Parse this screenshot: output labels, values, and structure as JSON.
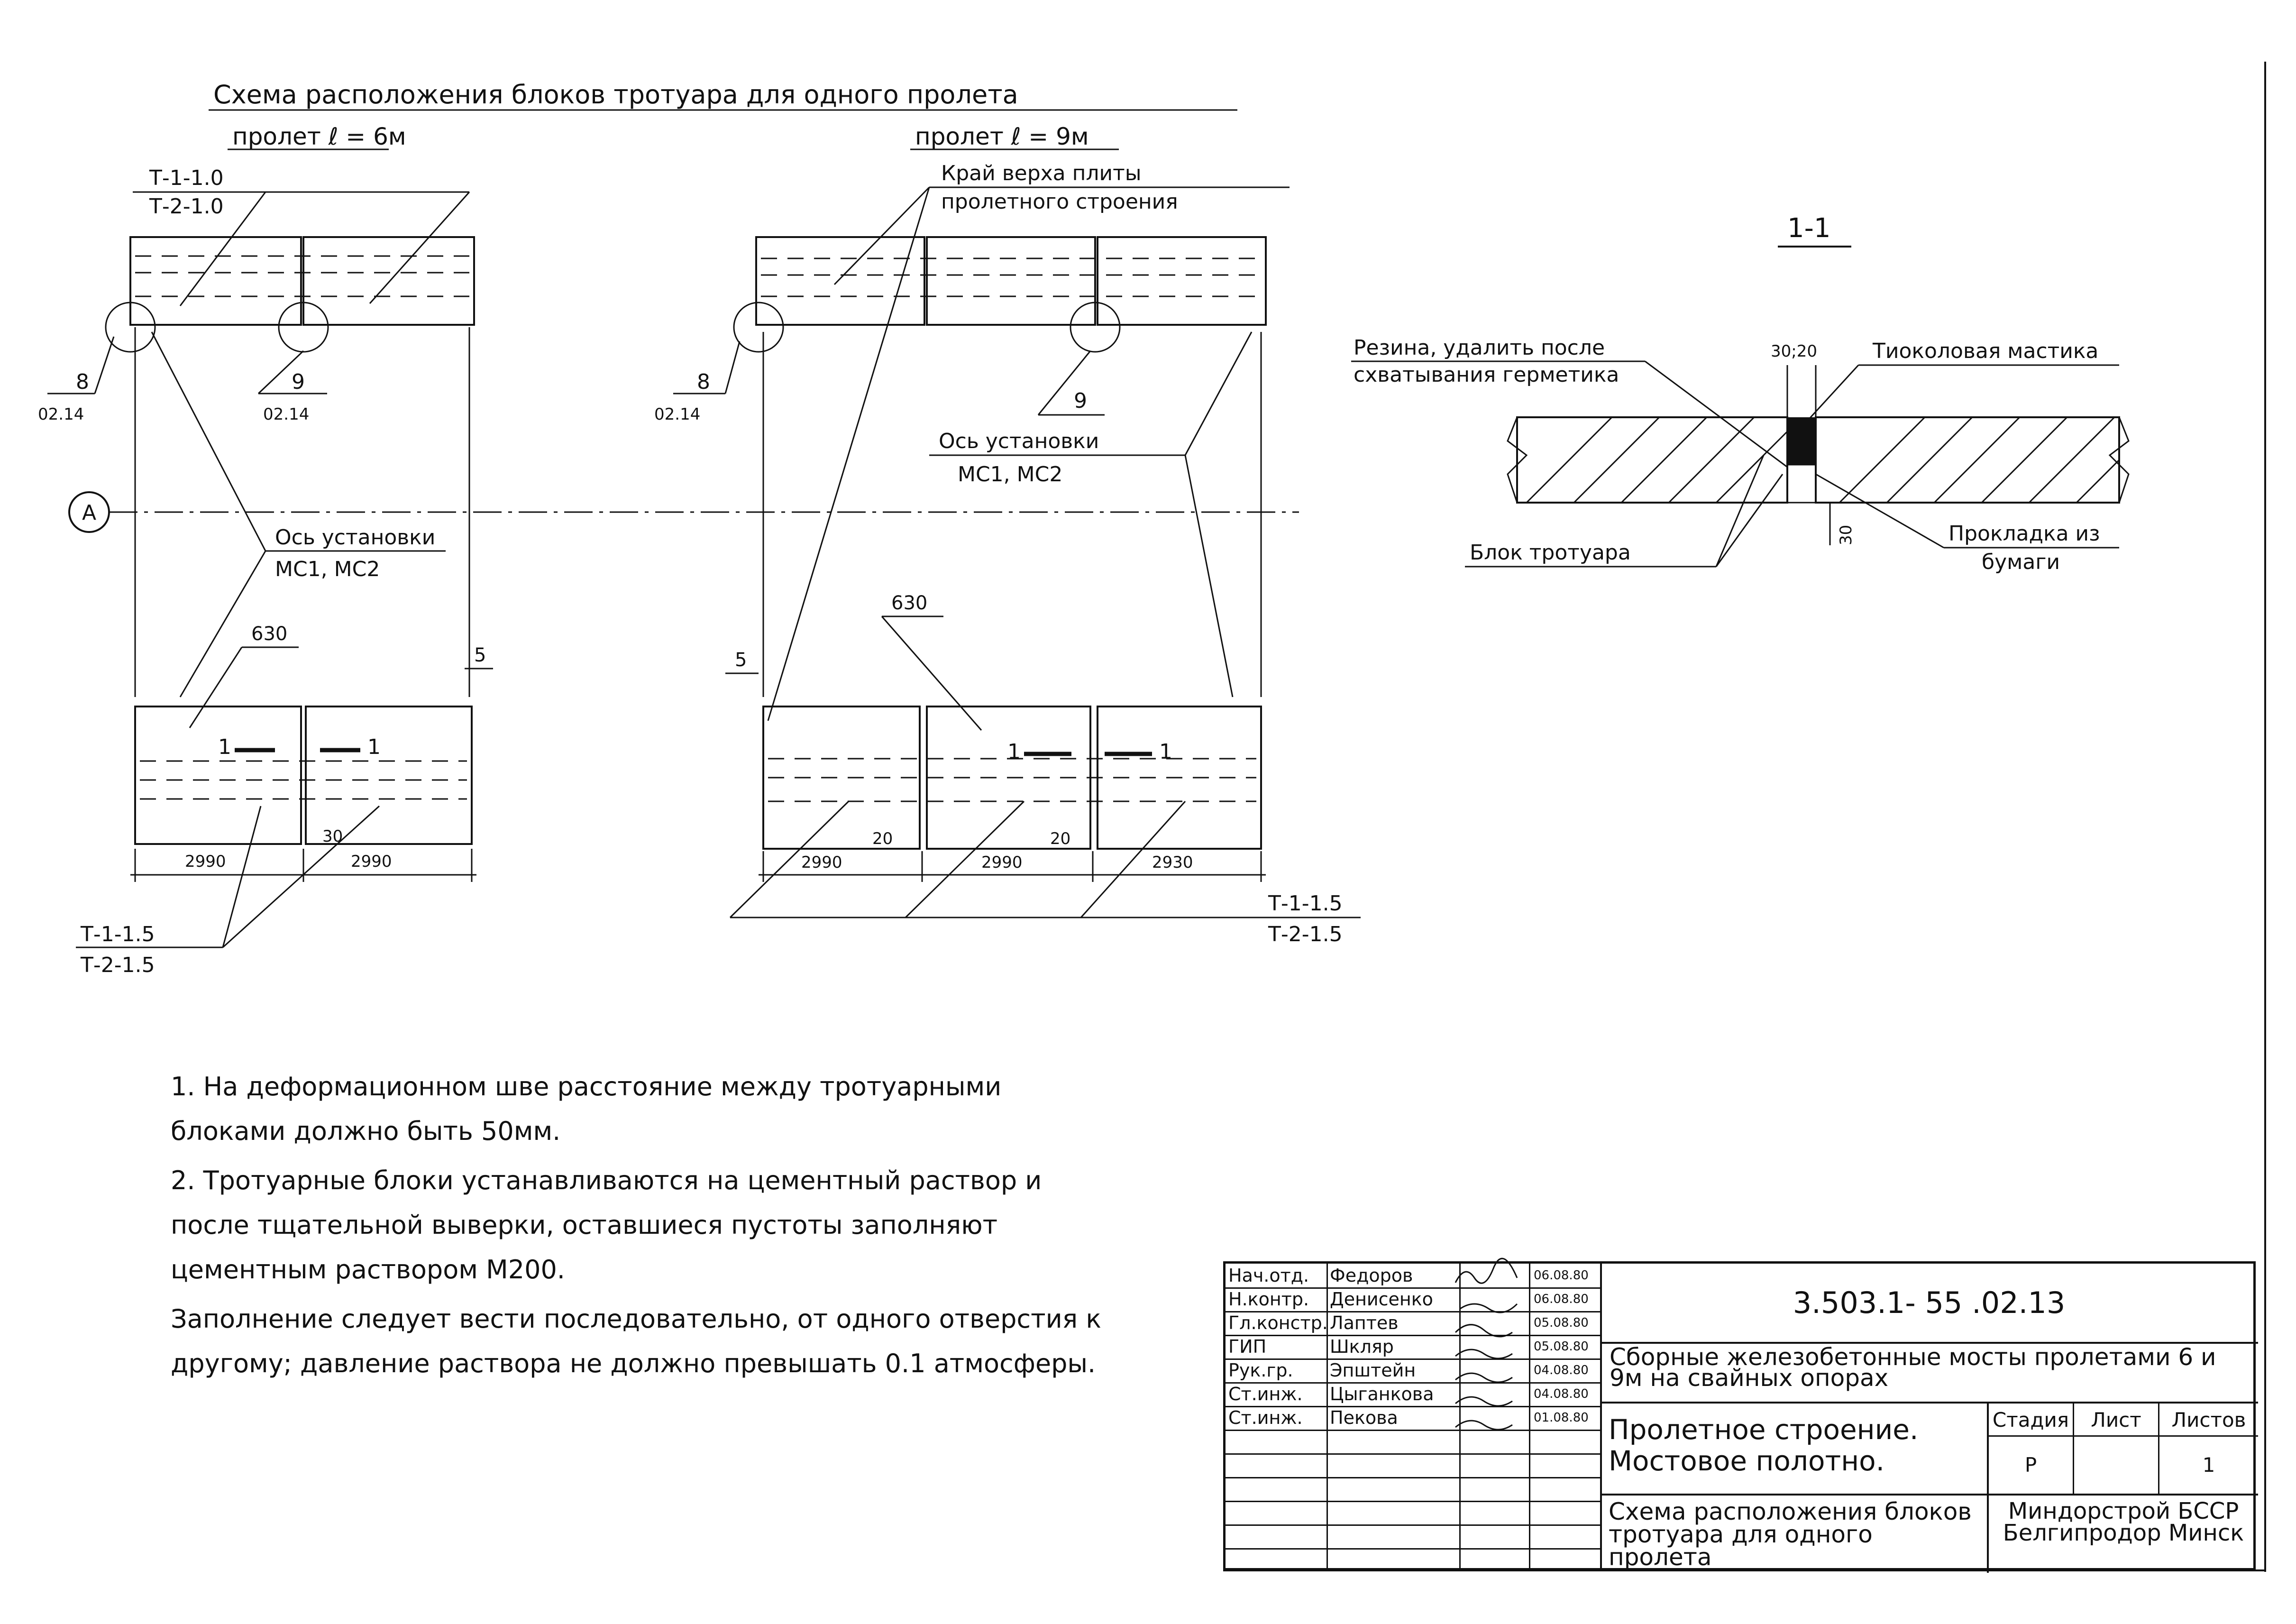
{
  "drawing": {
    "main_title": "Схема расположения блоков тротуара для одного пролета",
    "span6_title": "пролет ℓ = 6м",
    "span9_title": "пролет ℓ = 9м",
    "label_t1_10": "Т-1-1.0",
    "label_t2_10": "Т-2-1.0",
    "label_edge_1": "Край верха плиты",
    "label_edge_2": "пролетного строения",
    "callout_8": "8",
    "callout_9": "9",
    "callout_ref": "02.14",
    "axis_marker": "А",
    "label_axis_1": "Ось установки",
    "label_axis_2": "МС1, МС2",
    "dim_630": "630",
    "dim_5": "5",
    "dim_20": "20",
    "dim_30": "30",
    "dim_2990": "2990",
    "dim_2930": "2930",
    "section_mark": "1",
    "label_t1_15": "Т-1-1.5",
    "label_t2_15": "Т-2-1.5",
    "section_title": "1-1",
    "label_rubber_1": "Резина, удалить после",
    "label_rubber_2": "схватывания герметика",
    "dim_30_20": "30;20",
    "label_mastic": "Тиоколовая мастика",
    "label_block": "Блок тротуара",
    "label_pad_1": "Прокладка из",
    "label_pad_2": "бумаги",
    "dim_30_vertical": "30"
  },
  "notes": [
    "1. На деформационном шве расстояние между тротуарными блоками должно быть 50мм.",
    "2. Тротуарные блоки устанавливаются на цементный раствор и после тщательной выверки, оставшиеся пустоты заполняют цементным раствором М200.",
    "Заполнение следует вести последовательно, от одного отверстия к другому; давление раствора не должно превышать 0.1 атмосферы."
  ],
  "title_block": {
    "staff": [
      {
        "role": "Нач.отд.",
        "name": "Федоров",
        "date": "06.08.80"
      },
      {
        "role": "Н.контр.",
        "name": "Денисенко",
        "date": "06.08.80"
      },
      {
        "role": "Гл.констр.",
        "name": "Лаптев",
        "date": "05.08.80"
      },
      {
        "role": "ГИП",
        "name": "Шкляр",
        "date": "05.08.80"
      },
      {
        "role": "Рук.гр.",
        "name": "Эпштейн",
        "date": "04.08.80"
      },
      {
        "role": "Ст.инж.",
        "name": "Цыганкова",
        "date": "04.08.80"
      },
      {
        "role": "Ст.инж.",
        "name": "Пекова",
        "date": "01.08.80"
      }
    ],
    "code": "3.503.1- 55 .02.13",
    "description": "Сборные железобетонные мосты пролетами 6 и 9м на свайных опорах",
    "part_name": "Пролетное строение. Мостовое полотно.",
    "stage_header": "Стадия",
    "sheet_header": "Лист",
    "sheets_header": "Листов",
    "stage_value": "Р",
    "sheets_value": "1",
    "sheet_title": "Схема расположения блоков тротуара для одного пролета",
    "organization": "Миндорстрой БССР Белгипродор Минск"
  }
}
